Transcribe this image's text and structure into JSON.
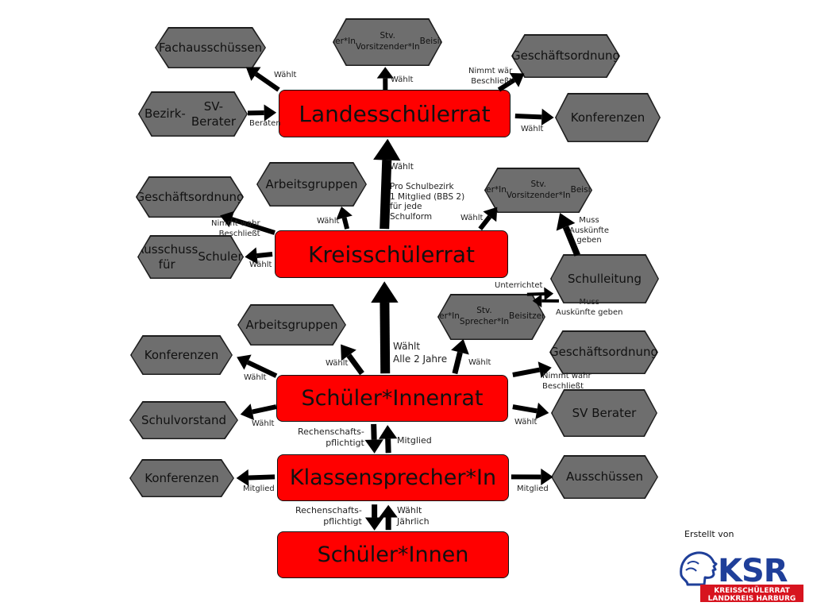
{
  "nodes": {
    "landes": {
      "label": [
        "Landesschülerrat"
      ]
    },
    "kreis": {
      "label": [
        "Kreisschülerrat"
      ]
    },
    "schueler_rat": {
      "label": [
        "Schüler*Innenrat"
      ]
    },
    "klassen": {
      "label": [
        "Klassensprecher*In"
      ]
    },
    "schueler": {
      "label": [
        "Schüler*Innen"
      ]
    },
    "fachausschuesse": {
      "label": [
        "Fachausschüssen"
      ]
    },
    "vorsitz_ls": {
      "label": [
        "Vorsitzender*In",
        "Stv. Vorsitzender*In",
        "Beisitzer*Innen"
      ]
    },
    "go_ls": {
      "label": [
        "Geschäftsordnung"
      ]
    },
    "bezirk": {
      "label": [
        "Bezirk-",
        "SV-Berater"
      ]
    },
    "konf_ls": {
      "label": [
        "Konferenzen"
      ]
    },
    "go_ks": {
      "label": [
        "Geschäftsordnung"
      ]
    },
    "ag_ks": {
      "label": [
        "Arbeitsgruppen"
      ]
    },
    "vorsitz_ks": {
      "label": [
        "Vorsitzender*In",
        "Stv. Vorsitzender*In",
        "Beisitzer*Innen"
      ]
    },
    "ausschuss_schulen": {
      "label": [
        "Ausschuss für",
        "Schulen"
      ]
    },
    "schulleitung": {
      "label": [
        "Schulleitung"
      ]
    },
    "ag_sr": {
      "label": [
        "Arbeitsgruppen"
      ]
    },
    "sprecher": {
      "label": [
        "Sprecher*In",
        "Stv. Sprecher*In",
        "Beisitzer*Innen"
      ]
    },
    "konf_sr": {
      "label": [
        "Konferenzen"
      ]
    },
    "go_sr": {
      "label": [
        "Geschäftsordnung"
      ]
    },
    "schulvorstand": {
      "label": [
        "Schulvorstand"
      ]
    },
    "sv_berater": {
      "label": [
        "SV Berater"
      ]
    },
    "konf_kl": {
      "label": [
        "Konferenzen"
      ]
    },
    "ausschuesse": {
      "label": [
        "Ausschüssen"
      ]
    }
  },
  "labels": {
    "l_waehlt_fach": [
      "Wählt"
    ],
    "l_waehlt_vorsitz_ls": [
      "Wählt"
    ],
    "l_nimmt_ls": [
      "Nimmt wär",
      "Beschließt"
    ],
    "l_beraten": [
      "Beraten"
    ],
    "l_waehlt_konf_ls": [
      "Wählt"
    ],
    "l_kreis_landes": [
      "Wählt",
      "",
      "Pro Schulbezirk",
      "1 Mitglied (BBS 2)",
      "für jede",
      "Schulform"
    ],
    "l_nimmt_ks": [
      "Nimmt wahr",
      "Beschließt"
    ],
    "l_waehlt_ag_ks": [
      "Wählt"
    ],
    "l_waehlt_vorsitz_ks": [
      "Wählt"
    ],
    "l_waehlt_ausschuss": [
      "Wählt"
    ],
    "l_muss_ks": [
      "Muss",
      "Auskünfte",
      "geben"
    ],
    "l_unterrichtet": [
      "Unterrichtet"
    ],
    "l_muss_sr": [
      "Muss",
      "Auskünfte geben"
    ],
    "l_sr_kreis": [
      "Wählt",
      "Alle 2 Jahre"
    ],
    "l_waehlt_ag_sr": [
      "Wählt"
    ],
    "l_waehlt_sprecher": [
      "Wählt"
    ],
    "l_waehlt_konf_sr": [
      "Wählt"
    ],
    "l_waehlt_schulvorstand": [
      "Wählt"
    ],
    "l_nimmt_sr": [
      "Nimmt wahr",
      "Beschließt"
    ],
    "l_waehlt_sv": [
      "Wählt"
    ],
    "l_rech_kl": [
      "Rechenschafts-",
      "pflichtigt"
    ],
    "l_mitglied_kl": [
      "Mitglied"
    ],
    "l_mitglied_konf_kl": [
      "Mitglied"
    ],
    "l_mitglied_aussch": [
      "Mitglied"
    ],
    "l_rech_sch": [
      "Rechenschafts-",
      "pflichtigt"
    ],
    "l_waehlt_sch": [
      "Wählt",
      "Jährlich"
    ]
  },
  "logo": {
    "caption": "Erstellt von",
    "acronym": "KSR",
    "line1": "KREISSCHÜLERRAT",
    "line2": "LANDKREIS HARBURG",
    "colors": {
      "blue": "#1f3f99",
      "red": "#d7141f"
    }
  },
  "colors": {
    "main_box": "#ff0000",
    "hexagon": "#6e6e6e",
    "outline": "#111111",
    "arrow": "#000000"
  }
}
